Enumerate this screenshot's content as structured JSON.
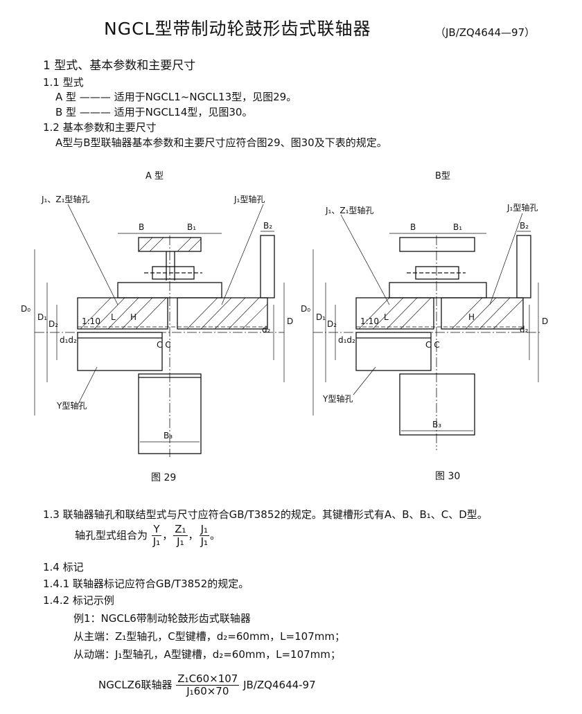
{
  "title": "NGCL型带制动轮鼓形齿式联轴器",
  "standard": "（JB/ZQ4644—97）",
  "sec1": "1 型式、基本参数和主要尺寸",
  "sec1_1": "1.1 型式",
  "typeA": "A 型 ——— 适用于NGCL1~NGCL13型，见图29。",
  "typeB": "B 型 ——— 适用于NGCL14型，见图30。",
  "sec1_2": "1.2 基本参数和主要尺寸",
  "sec1_2_text": "A型与B型联轴器基本参数和主要尺寸应符合图29、图30及下表的规定。",
  "figA": {
    "heading": "A 型",
    "caption": "图 29",
    "labels": {
      "j1z1": "J₁、Z₁型轴孔",
      "j1": "J₁型轴孔",
      "y": "Y型轴孔",
      "b": "B",
      "b1": "B₁",
      "b2": "B₂",
      "b3": "B₃",
      "d0": "D₀",
      "d1": "D₁",
      "d2": "D₂",
      "d1d2": "d₁d₂",
      "dz": "d₂",
      "dd": "D",
      "taper": "1:10",
      "l": "L",
      "h": "H",
      "cc": "C C"
    }
  },
  "figB": {
    "heading": "B型",
    "caption": "图 30",
    "labels": {
      "j1z1": "J₁、Z₁型轴孔",
      "j1": "J₁型轴孔",
      "y": "Y型轴孔",
      "b": "B",
      "b1": "B₁",
      "b2": "B₂",
      "b3": "B₃",
      "d0": "D₀",
      "d1": "D₁",
      "d2": "D₂",
      "d1d2": "d₁d₂",
      "dz": "d₂",
      "dd": "D",
      "taper": "1:10",
      "l": "L",
      "h": "H",
      "cc": "C C"
    }
  },
  "sec1_3": "1.3 联轴器轴孔和联结型式与尺寸应符合GB/T3852的规定。其键槽形式有A、B、B₁、C、D型。",
  "combo": {
    "prefix": "轴孔型式组合为",
    "f1_num": "Y",
    "f1_den": "J₁",
    "f2_num": "Z₁",
    "f2_den": "J₁",
    "f3_num": "J₁",
    "f3_den": "J₁",
    "sep": "，",
    "end": "。"
  },
  "sec1_4": "1.4 标记",
  "sec1_4_1": "1.4.1 联轴器标记应符合GB/T3852的规定。",
  "sec1_4_2": "1.4.2 标记示例",
  "example_title": "例1：NGCL6带制动轮鼓形齿式联轴器",
  "driving": "从主端：Z₁型轴孔，C型键槽，d₂=60mm，L=107mm；",
  "driven": "从动端：J₁型轴孔，A型键槽，d₂=60mm，L=107mm；",
  "marking": {
    "prefix": "NGCLZ6联轴器",
    "num": "Z₁C60×107",
    "den": "J₁60×70",
    "suffix": "JB/ZQ4644-97"
  }
}
